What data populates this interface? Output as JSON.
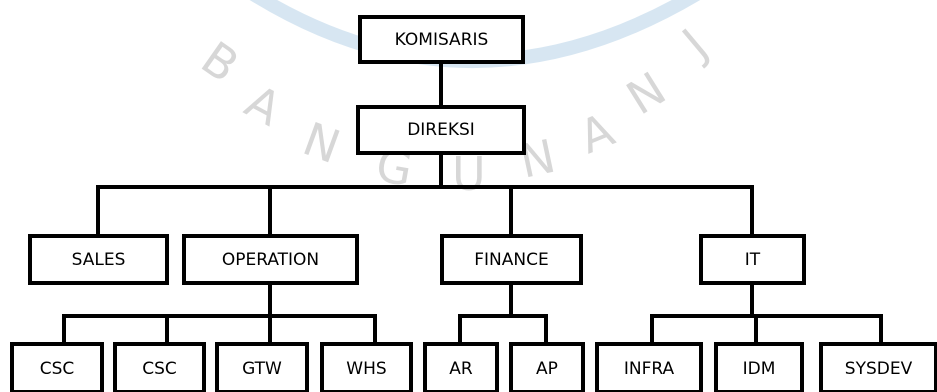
{
  "org_chart": {
    "top": {
      "komisaris": "KOMISARIS",
      "direksi": "DIREKSI"
    },
    "departments": {
      "sales": "SALES",
      "operation": "OPERATION",
      "finance": "FINANCE",
      "it": "IT"
    },
    "operation_units": {
      "csc_1": "CSC",
      "csc_2": "CSC",
      "gtw": "GTW",
      "whs": "WHS"
    },
    "finance_units": {
      "ar": "AR",
      "ap": "AP"
    },
    "it_units": {
      "infra": "INFRA",
      "idm": "IDM",
      "sysdev": "SYSDEV"
    }
  },
  "watermark": {
    "letters": [
      "B",
      "A",
      "N",
      "G",
      "U",
      "N",
      "A",
      "N",
      "J"
    ]
  },
  "colors": {
    "box_border": "#000000",
    "box_fill": "#ffffff",
    "watermark_text": "#b8b8b8",
    "watermark_arc": "#bcd6ea"
  }
}
